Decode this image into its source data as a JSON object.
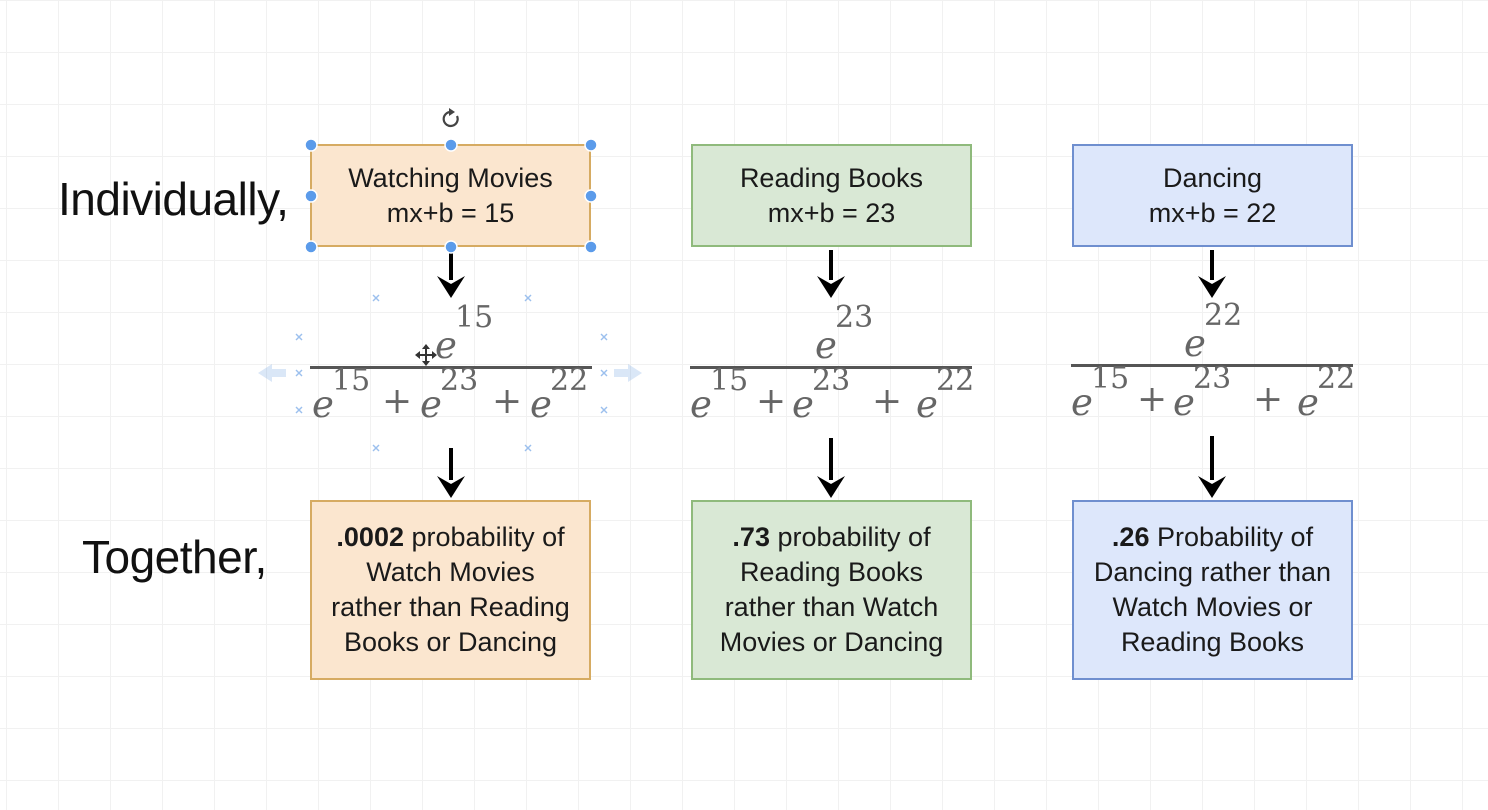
{
  "labels": {
    "individually": "Individually,",
    "together": "Together,"
  },
  "columns": [
    {
      "title": "Watching Movies",
      "score": "mx+b = 15",
      "numerator_exp": "15",
      "den_exps": [
        "15",
        "23",
        "22"
      ],
      "prob_value": ".0002",
      "prob_text": "probability of",
      "prob_lines": [
        "Watch Movies",
        "rather than Reading",
        "Books or Dancing"
      ],
      "color_fill": "#fbe6cf",
      "color_border": "#d6ab62"
    },
    {
      "title": "Reading Books",
      "score": "mx+b = 23",
      "numerator_exp": "23",
      "den_exps": [
        "15",
        "23",
        "22"
      ],
      "prob_value": ".73",
      "prob_text": "probability of",
      "prob_lines": [
        "Reading Books",
        "rather than Watch",
        "Movies or Dancing"
      ],
      "color_fill": "#d9e8d5",
      "color_border": "#8fba7c"
    },
    {
      "title": "Dancing",
      "score": "mx+b = 22",
      "numerator_exp": "22",
      "den_exps": [
        "15",
        "23",
        "22"
      ],
      "prob_value": ".26",
      "prob_text": "Probability of",
      "prob_lines": [
        "Dancing rather than",
        "Watch Movies or",
        "Reading Books"
      ],
      "color_fill": "#dde7fb",
      "color_border": "#6f8fcf"
    }
  ],
  "symbols": {
    "e": "e",
    "plus": "+"
  },
  "icons": {
    "rotate": "rotate-icon",
    "cursor": "move-cursor-icon",
    "arrow": "arrow-down-icon"
  }
}
